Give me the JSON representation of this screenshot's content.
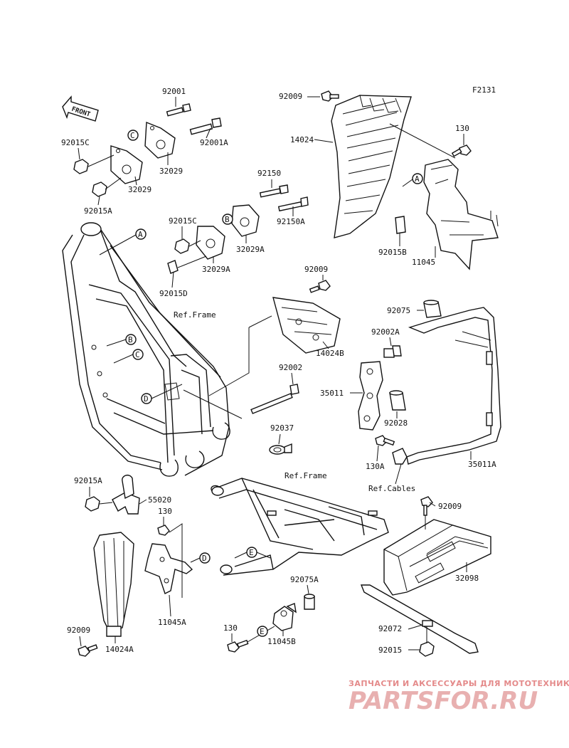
{
  "figure_code": "F2131",
  "front_label": "FRONT",
  "parts": {
    "p92001": "92001",
    "p92001A": "92001A",
    "p92015C_top": "92015C",
    "p32029_top": "32029",
    "p32029_mid": "32029",
    "p92015A_top": "92015A",
    "p92150": "92150",
    "p92150A": "92150A",
    "p92015C_mid": "92015C",
    "p32029A_a": "32029A",
    "p32029A_b": "32029A",
    "p92015D": "92015D",
    "p92009_top": "92009",
    "p14024": "14024",
    "p130_top": "130",
    "p92015B": "92015B",
    "p11045": "11045",
    "p92009_mid": "92009",
    "p14024B": "14024B",
    "p92075": "92075",
    "p92002A": "92002A",
    "p92002": "92002",
    "p35011": "35011",
    "p92028": "92028",
    "p92037": "92037",
    "p130A": "130A",
    "p35011A": "35011A",
    "p92015A_low": "92015A",
    "p55020": "55020",
    "p130_mid": "130",
    "p92009_right": "92009",
    "p32098": "32098",
    "p92075A": "92075A",
    "p11045A": "11045A",
    "p130_low": "130",
    "p11045B": "11045B",
    "p92072": "92072",
    "p92009_low": "92009",
    "p14024A": "14024A",
    "p92015": "92015"
  },
  "refs": {
    "ref_frame_1": "Ref.Frame",
    "ref_frame_2": "Ref.Frame",
    "ref_cables": "Ref.Cables"
  },
  "callouts": {
    "A1": "A",
    "A2": "A",
    "B1": "B",
    "B2": "B",
    "C1": "C",
    "C2": "C",
    "D1": "D",
    "D2": "D",
    "E1": "E",
    "E2": "E"
  },
  "watermark": {
    "line1": "ЗАПЧАСТИ И АКСЕССУАРЫ ДЛЯ МОТОТЕХНИКИ",
    "line2": "PARTSFOR.RU"
  },
  "colors": {
    "ink": "#111111",
    "watermark": "#e48a8a",
    "watermark_logo": "#e8b0b0"
  }
}
